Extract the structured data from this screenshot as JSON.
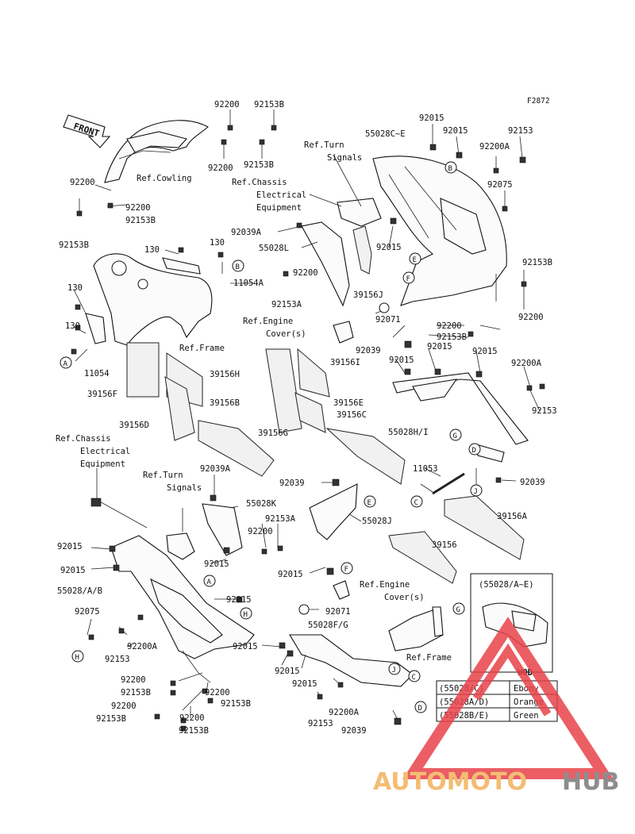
{
  "figure_code": "F2872",
  "front_label": "FRONT",
  "labels": {
    "p92200_a": "92200",
    "p92153B_a": "92153B",
    "p92200_b": "92200",
    "p92153B_b": "92153B",
    "ref_cowling": "Ref.Cowling",
    "p92200_c": "92200",
    "p92200_d": "92200",
    "p92153B_c": "92153B",
    "p92153B_d": "92153B",
    "p92015_a": "92015",
    "p55028CE": "55028C~E",
    "p92015_b": "92015",
    "p92153_a": "92153",
    "ref_turn_signals_1a": "Ref.Turn",
    "ref_turn_signals_1b": "Signals",
    "p92200A_a": "92200A",
    "ref_chassis_1a": "Ref.Chassis",
    "ref_chassis_1b": "Electrical",
    "ref_chassis_1c": "Equipment",
    "p92075_a": "92075",
    "p92039A_a": "92039A",
    "p55028L": "55028L",
    "p92015_c": "92015",
    "p130_a": "130",
    "p130_b": "130",
    "p11054A": "11054A",
    "p92200_e": "92200",
    "p92153A_a": "92153A",
    "p39156J": "39156J",
    "p92153B_e": "92153B",
    "p130_c": "130",
    "p92200_f": "92200",
    "ref_engine_cover_1a": "Ref.Engine",
    "ref_engine_cover_1b": "Cover(s)",
    "p92071_a": "92071",
    "p130_d": "130",
    "p92200_g": "92200",
    "p92153B_f": "92153B",
    "p92015_d": "92015",
    "p92039_a": "92039",
    "p92015_e": "92015",
    "ref_frame_1": "Ref.Frame",
    "p11054": "11054",
    "p39156H": "39156H",
    "p39156I": "39156I",
    "p92015_f": "92015",
    "p92200A_b": "92200A",
    "p39156F": "39156F",
    "p39156B": "39156B",
    "p39156E": "39156E",
    "p92153_b": "92153",
    "p39156C": "39156C",
    "p39156D": "39156D",
    "p39156G": "39156G",
    "p55028HI": "55028H/I",
    "ref_chassis_2a": "Ref.Chassis",
    "ref_chassis_2b": "Electrical",
    "ref_chassis_2c": "Equipment",
    "ref_turn_signals_2a": "Ref.Turn",
    "ref_turn_signals_2b": "Signals",
    "p92039A_b": "92039A",
    "p11053": "11053",
    "p92039_b": "92039",
    "p92039_c": "92039",
    "p55028K": "55028K",
    "p92153A_b": "92153A",
    "p55028J": "55028J",
    "p39156A": "39156A",
    "p92200_h": "92200",
    "p92015_g": "92015",
    "p92015_h": "92015",
    "p39156": "39156",
    "p55028AB": "55028/A/B",
    "p92015_i": "92015",
    "p92015_j": "92015",
    "ref_engine_cover_2a": "Ref.Engine",
    "ref_engine_cover_2b": "Cover(s)",
    "p92075_b": "92075",
    "p92071_b": "92071",
    "p55028FG": "55028F/G",
    "p92200A_c": "92200A",
    "p92153_c": "92153",
    "p92015_k": "92015",
    "ref_frame_2": "Ref.Frame",
    "p92015_l": "92015",
    "p92015_m": "92015",
    "p92200_i": "92200",
    "p92153B_g": "92153B",
    "p92200_j": "92200",
    "p92153B_h": "92153B",
    "p92200_k": "92200",
    "p92153B_i": "92153B",
    "p92200_l": "92200",
    "p92153B_j": "92153B",
    "p92200A_d": "92200A",
    "p92153_d": "92153",
    "p92039_d": "92039"
  },
  "callouts": [
    "A",
    "B",
    "C",
    "D",
    "E",
    "F",
    "G",
    "H",
    "J"
  ],
  "color_table": {
    "title": "(55028/A~E)",
    "header": "WOD",
    "rows": [
      {
        "code": "(55028/C)",
        "color": "Ebony"
      },
      {
        "code": "(55028A/D)",
        "color": "Orange"
      },
      {
        "code": "(55028B/E)",
        "color": "Green"
      }
    ]
  },
  "watermark": {
    "part1": "AUTOMOTO",
    "part2": "HUB",
    "color1": "#f2b25c",
    "color2": "#7a7a7a",
    "logo_color": "#e8434a"
  }
}
